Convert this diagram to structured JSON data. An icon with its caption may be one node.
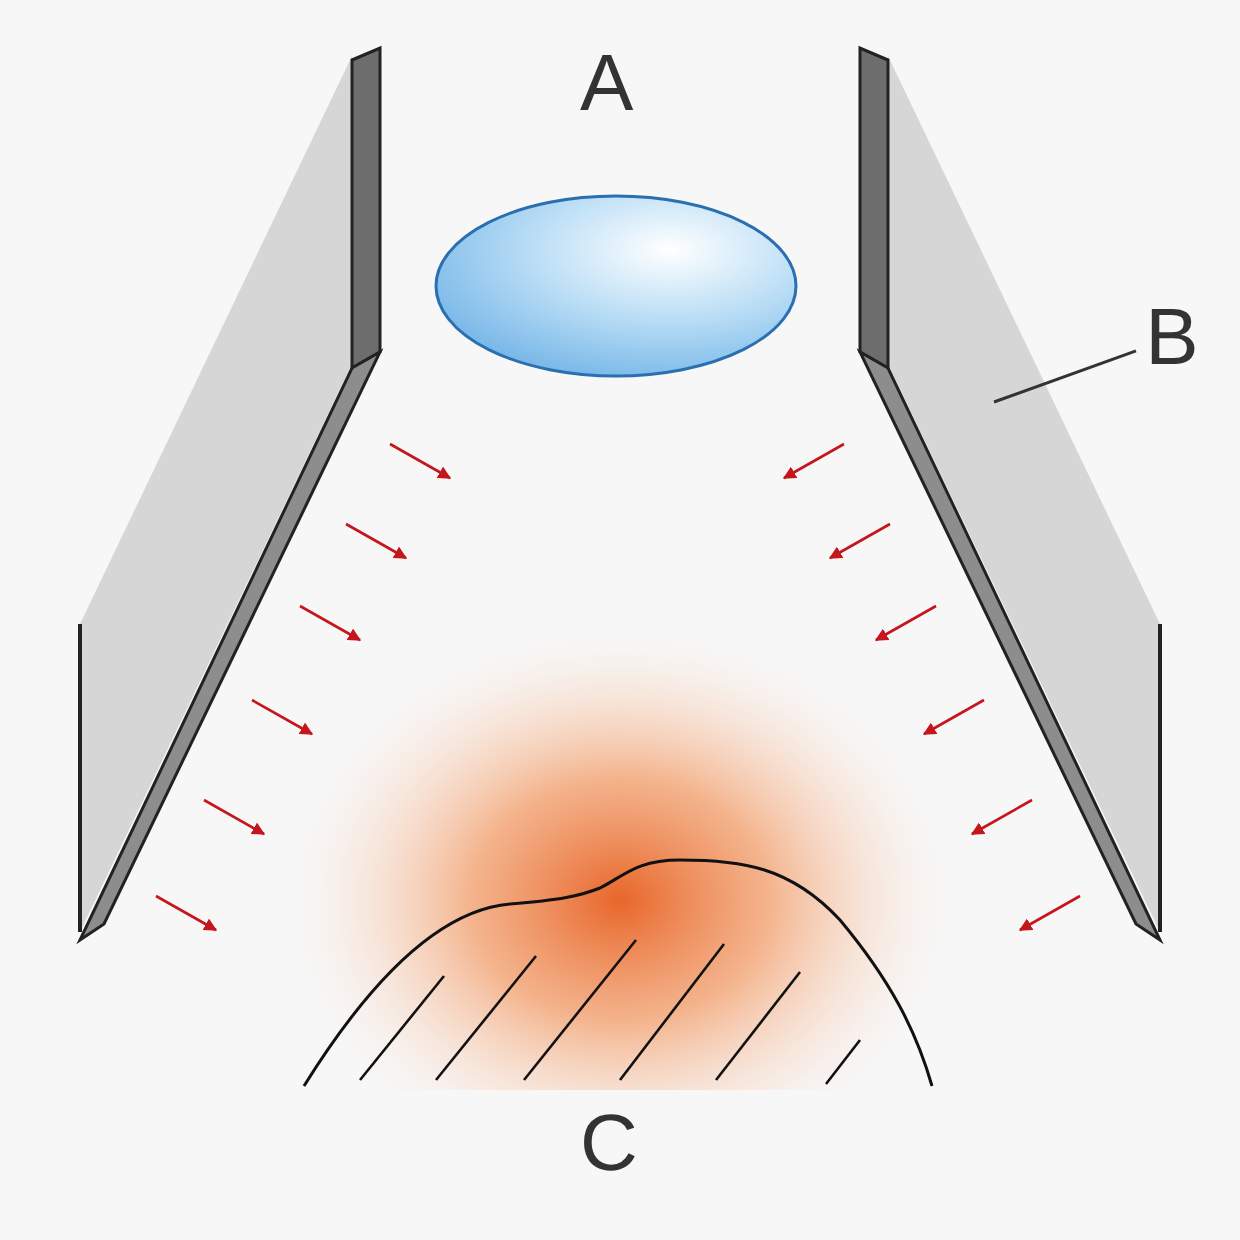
{
  "diagram": {
    "nodes": [
      {
        "text": [
          "B"
        ]
      },
      {
        "text": [],
        "shape": "picture"
      }
    ],
    "edges": [
      {
        "from": 0,
        "to": 1,
        "arrow": "none"
      }
    ],
    "labels": [
      "A",
      "C"
    ]
  }
}
